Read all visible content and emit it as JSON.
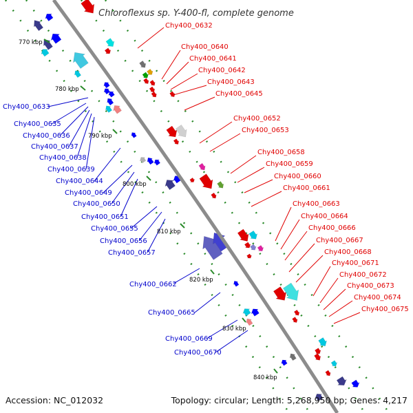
{
  "title": "Chloroflexus sp. Y-400-fl, complete genome",
  "footer": {
    "accession": "Accession: NC_012032",
    "summary": "Topology: circular; Length: 5,268,950 bp; Genes: 4,217"
  },
  "colors": {
    "backbone": "#8c8c8c",
    "forward_label": "#e00000",
    "reverse_label": "#0000cc",
    "tick": "#2a8a2a"
  },
  "kbp_markers": [
    "770 kbp",
    "780 kbp",
    "790 kbp",
    "800 kbp",
    "810 kbp",
    "820 kbp",
    "830 kbp",
    "840 kbp"
  ],
  "forward_genes": [
    "Chy400_0632",
    "Chy400_0640",
    "Chy400_0641",
    "Chy400_0642",
    "Chy400_0643",
    "Chy400_0645",
    "Chy400_0652",
    "Chy400_0653",
    "Chy400_0658",
    "Chy400_0659",
    "Chy400_0660",
    "Chy400_0661",
    "Chy400_0663",
    "Chy400_0664",
    "Chy400_0666",
    "Chy400_0667",
    "Chy400_0668",
    "Chy400_0671",
    "Chy400_0672",
    "Chy400_0673",
    "Chy400_0674",
    "Chy400_0675"
  ],
  "reverse_genes": [
    "Chy400_0633",
    "Chy400_0635",
    "Chy400_0636",
    "Chy400_0637",
    "Chy400_0638",
    "Chy400_0639",
    "Chy400_0644",
    "Chy400_0649",
    "Chy400_0650",
    "Chy400_0651",
    "Chy400_0655",
    "Chy400_0656",
    "Chy400_0657",
    "Chy400_0662",
    "Chy400_0665",
    "Chy400_0669",
    "Chy400_0670"
  ]
}
